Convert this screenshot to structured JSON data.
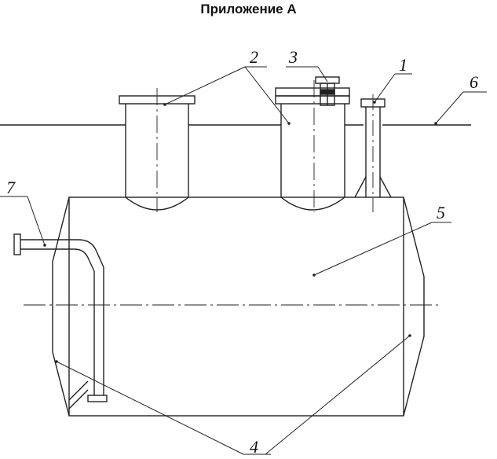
{
  "title": "Приложение А",
  "callouts": {
    "c1": "1",
    "c2": "2",
    "c3": "3",
    "c4": "4",
    "c5": "5",
    "c6": "6",
    "c7": "7"
  },
  "colors": {
    "line": "#222222",
    "background": "#ffffff"
  }
}
